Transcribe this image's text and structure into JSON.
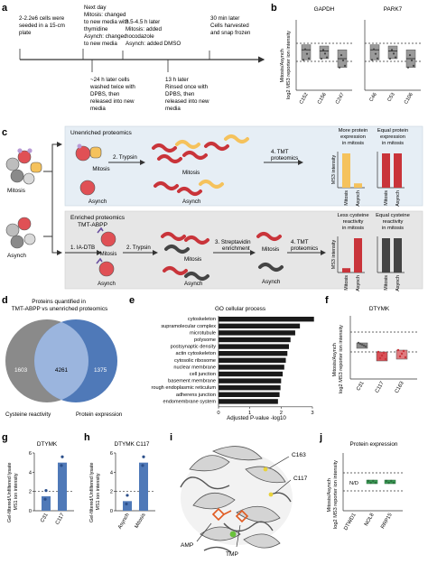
{
  "panels": {
    "a": "a",
    "b": "b",
    "c": "c",
    "d": "d",
    "e": "e",
    "f": "f",
    "g": "g",
    "h": "h",
    "i": "i",
    "j": "j"
  },
  "a": {
    "step1": [
      "2-2.2e6 cells were",
      "seeded in a 15-cm",
      "plate"
    ],
    "step2": [
      "Next day",
      "Mitosis: changed",
      "to new media with",
      "thymidine",
      "Asynch: changed",
      "to new media"
    ],
    "step3": [
      "~24 h later cells",
      "washed twice with",
      "DPBS, then",
      "released into new",
      "media"
    ],
    "step4": [
      "3.5-4.5 h later",
      "Mitosis: added",
      "nocodazole",
      "Asynch: added DMSO"
    ],
    "step5": [
      "13 h later",
      "Rinsed once with",
      "DPBS, then",
      "released into new",
      "media"
    ],
    "step6": [
      "30 min later",
      "Cells harvested",
      "and snap frozen"
    ]
  },
  "b": {
    "ylabel": [
      "Mitosis/Asynch",
      "log2 MS3 reporter ion intensity"
    ],
    "plots": [
      {
        "title": "GAPDH",
        "categories": [
          "C152",
          "C156",
          "C247"
        ]
      },
      {
        "title": "PARK7",
        "categories": [
          "C46",
          "C53",
          "C106"
        ]
      }
    ]
  },
  "c": {
    "top_title": "Unenriched proteomics",
    "bottom_title": [
      "Enriched proteomics",
      "TMT-ABPP"
    ],
    "mitosis": "Mitosis",
    "asynch": "Asynch",
    "trypsin": "2. Trypsin",
    "tmt4": [
      "4. TMT",
      "proteomics"
    ],
    "iadtb": "1. IA-DTB",
    "strep": [
      "3. Streptavidin",
      "enrichment"
    ],
    "ms3": "MS3 intensity",
    "bars_top": [
      {
        "label": [
          "More protein",
          "expression",
          "in mitosis"
        ],
        "cats": [
          "Mitosis",
          "Asynch"
        ],
        "values": [
          0.95,
          0.12
        ],
        "colors": [
          "#f5c25c",
          "#f5c25c"
        ]
      },
      {
        "label": [
          "Equal protein",
          "expression",
          "in mitosis"
        ],
        "cats": [
          "Mitosis",
          "Asynch"
        ],
        "values": [
          0.95,
          0.95
        ],
        "colors": [
          "#c9343a",
          "#c9343a"
        ]
      }
    ],
    "bars_bottom": [
      {
        "label": [
          "Less cysteine",
          "reactivity",
          "in mitosis"
        ],
        "cats": [
          "Mitosis",
          "Asynch"
        ],
        "values": [
          0.12,
          0.95
        ],
        "colors": [
          "#c9343a",
          "#c9343a"
        ]
      },
      {
        "label": [
          "Equal cysteine",
          "reactivity",
          "in mitosis"
        ],
        "cats": [
          "Mitosis",
          "Asynch"
        ],
        "values": [
          0.95,
          0.95
        ],
        "colors": [
          "#444444",
          "#444444"
        ]
      }
    ]
  },
  "d": {
    "title": [
      "Proteins quantified in",
      "TMT-ABPP vs unenriched proteomics"
    ],
    "left": "1603",
    "mid": "4261",
    "right": "1375",
    "left_label": "Cysteine reactivity",
    "right_label": "Protein expression"
  },
  "e": {
    "title": "GO cellular process",
    "xlabel": "Adjusted P-value -log10",
    "chart_data": {
      "type": "bar",
      "title": "GO cellular process",
      "xlabel": "Adjusted P-value -log10",
      "categories": [
        "cytoskeleton",
        "supramolecular complex",
        "microtubule",
        "polysome",
        "postsynaptic density",
        "actin cytoskeleton",
        "cytosolic ribosome",
        "nuclear membrane",
        "cell junction",
        "basement membrane",
        "rough endoplasmic reticulum",
        "adherens junction",
        "endomembrane system"
      ],
      "values": [
        3.05,
        2.6,
        2.45,
        2.3,
        2.25,
        2.2,
        2.15,
        2.1,
        2.05,
        2.0,
        1.98,
        1.95,
        1.9
      ],
      "xlim": [
        0,
        3
      ],
      "xticks": [
        "0",
        "1",
        "2",
        "3"
      ]
    }
  },
  "f": {
    "title": "DTYMK",
    "ylabel": [
      "Mitosis/Asynch",
      "log2 MS3 reporter ion intensity"
    ],
    "categories": [
      "C31",
      "C117",
      "C163"
    ]
  },
  "g": {
    "title": "DTYMK",
    "ylabel": [
      "Gel-filtered/Unfiltered lysate",
      "MS1 ion intensity"
    ],
    "chart_data": {
      "type": "bar",
      "categories": [
        "C31",
        "C117"
      ],
      "values": [
        1.5,
        5.0
      ],
      "ylim": [
        0,
        6
      ],
      "yticks": [
        "0",
        "2",
        "4",
        "6"
      ]
    }
  },
  "h": {
    "title": "DTYMK C117",
    "ylabel": [
      "Gel-filtered/Unfiltered lysate",
      "MS1 ion intensity"
    ],
    "chart_data": {
      "type": "bar",
      "categories": [
        "Asynch",
        "Mitosis"
      ],
      "values": [
        1.0,
        5.0
      ],
      "ylim": [
        0,
        6
      ],
      "yticks": [
        "0",
        "2",
        "4",
        "6"
      ]
    }
  },
  "i": {
    "c163": "C163",
    "c117": "C117",
    "amp": "AMP",
    "tmp": "TMP"
  },
  "j": {
    "title": "Protein expression",
    "ylabel": [
      "Mitosis/Asynch",
      "log2 MS3 reporter ion intensity"
    ],
    "categories": [
      "DTWD1",
      "NOL8",
      "RRP15"
    ],
    "nd": "N/D"
  },
  "colors": {
    "red": "#c9343a",
    "orange": "#f5c25c",
    "grey": "#7d7d7d",
    "blue": "#4f79b8",
    "green": "#3a9b55",
    "panelTop": "#e6eef5",
    "panelBottom": "#e6e6e6"
  }
}
